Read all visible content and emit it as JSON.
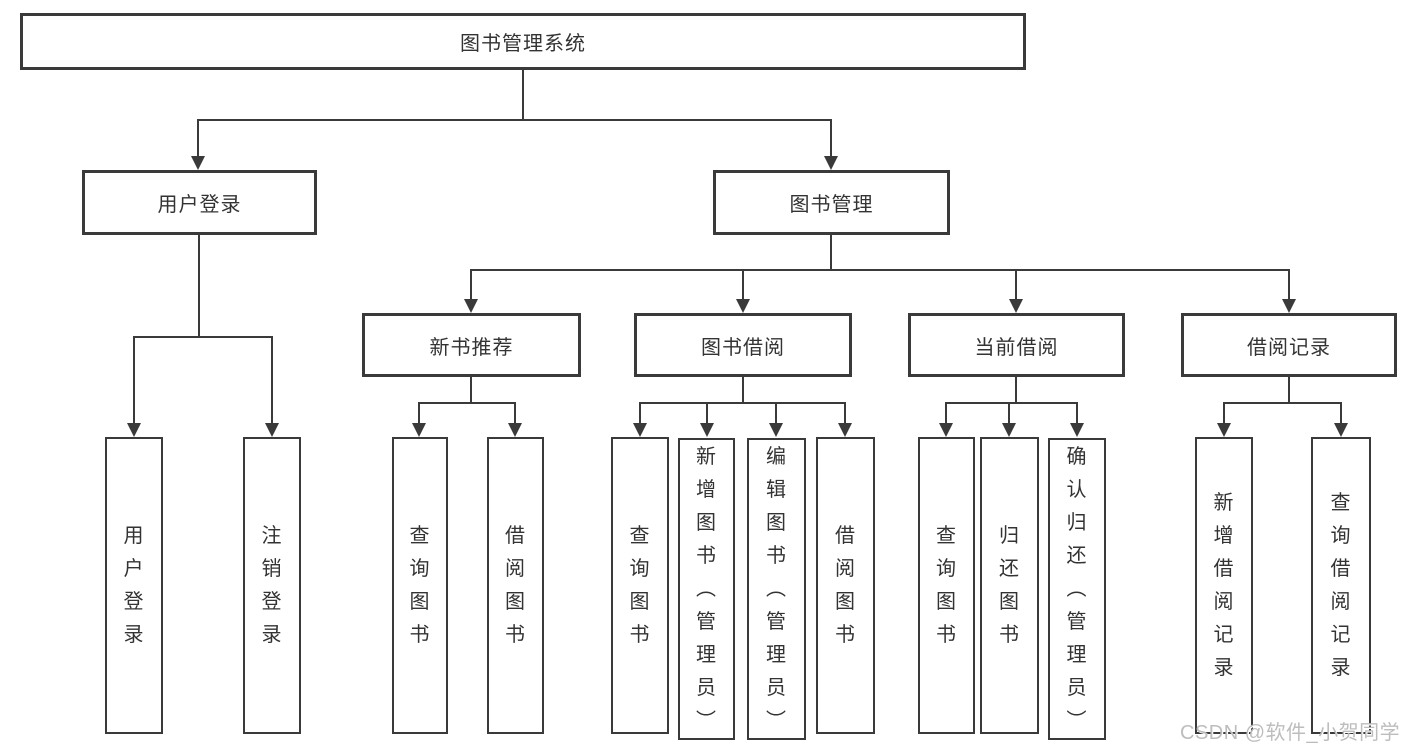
{
  "diagram": {
    "title": "图书管理系统",
    "root": {
      "label": "图书管理系统"
    },
    "level2": [
      {
        "label": "用户登录",
        "parent": "图书管理系统"
      },
      {
        "label": "图书管理",
        "parent": "图书管理系统"
      }
    ],
    "level3": [
      {
        "label": "新书推荐",
        "parent": "图书管理"
      },
      {
        "label": "图书借阅",
        "parent": "图书管理"
      },
      {
        "label": "当前借阅",
        "parent": "图书管理"
      },
      {
        "label": "借阅记录",
        "parent": "图书管理"
      }
    ],
    "leaves": [
      {
        "label": "用户登录",
        "parent": "用户登录"
      },
      {
        "label": "注销登录",
        "parent": "用户登录"
      },
      {
        "label": "查询图书",
        "parent": "新书推荐"
      },
      {
        "label": "借阅图书",
        "parent": "新书推荐"
      },
      {
        "label": "查询图书",
        "parent": "图书借阅"
      },
      {
        "label": "新增图书（管理员）",
        "parent": "图书借阅"
      },
      {
        "label": "编辑图书（管理员）",
        "parent": "图书借阅"
      },
      {
        "label": "借阅图书",
        "parent": "图书借阅"
      },
      {
        "label": "查询图书",
        "parent": "当前借阅"
      },
      {
        "label": "归还图书",
        "parent": "当前借阅"
      },
      {
        "label": "确认归还（管理员）",
        "parent": "当前借阅"
      },
      {
        "label": "新增借阅记录",
        "parent": "借阅记录"
      },
      {
        "label": "查询借阅记录",
        "parent": "借阅记录"
      }
    ],
    "colors": {
      "line": "#3a3a3a",
      "box_border": "#3a3a3a",
      "text": "#333333",
      "background": "#ffffff",
      "watermark": "#b9b9b9"
    }
  },
  "watermark": {
    "text": "CSDN @软件_小贺同学"
  }
}
